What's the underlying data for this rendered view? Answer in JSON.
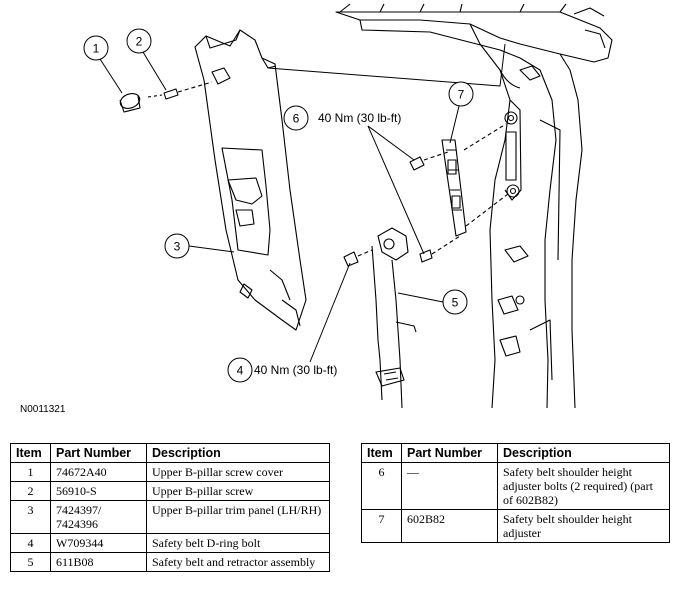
{
  "figure_id": "N0011321",
  "callouts": [
    {
      "number": "1"
    },
    {
      "number": "2"
    },
    {
      "number": "3"
    },
    {
      "number": "4",
      "torque": "40 Nm (30 lb-ft)"
    },
    {
      "number": "5"
    },
    {
      "number": "6",
      "torque": "40 Nm (30 lb-ft)"
    },
    {
      "number": "7"
    }
  ],
  "table_headers": {
    "item": "Item",
    "part_number": "Part Number",
    "description": "Description"
  },
  "parts_left": [
    {
      "item": "1",
      "part_number": "74672A40",
      "description": "Upper B-pillar screw cover"
    },
    {
      "item": "2",
      "part_number": "56910-S",
      "description": "Upper B-pillar screw"
    },
    {
      "item": "3",
      "part_number": "7424397/ 7424396",
      "description": "Upper B-pillar trim panel (LH/RH)"
    },
    {
      "item": "4",
      "part_number": "W709344",
      "description": "Safety belt D-ring bolt"
    },
    {
      "item": "5",
      "part_number": "611B08",
      "description": "Safety belt and retractor assembly"
    }
  ],
  "parts_right": [
    {
      "item": "6",
      "part_number": "—",
      "description": "Safety belt shoulder height adjuster bolts (2 required) (part of 602B82)"
    },
    {
      "item": "7",
      "part_number": "602B82",
      "description": "Safety belt shoulder height adjuster"
    }
  ]
}
